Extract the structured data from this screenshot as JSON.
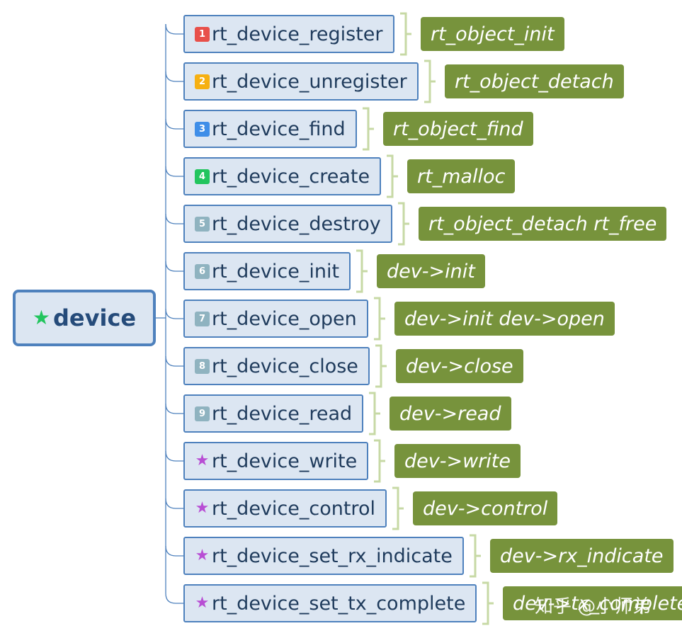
{
  "root": {
    "label": "device",
    "icon": "star-icon",
    "icon_color": "#22c55e"
  },
  "badge_colors": {
    "1": "#e8504a",
    "2": "#f6b012",
    "3": "#3f8ee8",
    "4": "#22c55e",
    "default": "#8fb3c0"
  },
  "priority_star_color": "#b84ed4",
  "items": [
    {
      "marker": "1",
      "label": "rt_device_register",
      "note": "rt_object_init"
    },
    {
      "marker": "2",
      "label": "rt_device_unregister",
      "note": "rt_object_detach"
    },
    {
      "marker": "3",
      "label": "rt_device_find",
      "note": "rt_object_find"
    },
    {
      "marker": "4",
      "label": "rt_device_create",
      "note": "rt_malloc"
    },
    {
      "marker": "5",
      "label": "rt_device_destroy",
      "note": "rt_object_detach rt_free"
    },
    {
      "marker": "6",
      "label": "rt_device_init",
      "note": "dev->init"
    },
    {
      "marker": "7",
      "label": "rt_device_open",
      "note": "dev->init dev->open"
    },
    {
      "marker": "8",
      "label": "rt_device_close",
      "note": "dev->close"
    },
    {
      "marker": "9",
      "label": "rt_device_read",
      "note": "dev->read"
    },
    {
      "marker": "star",
      "label": "rt_device_write",
      "note": "dev->write"
    },
    {
      "marker": "star",
      "label": "rt_device_control",
      "note": "dev->control"
    },
    {
      "marker": "star",
      "label": "rt_device_set_rx_indicate",
      "note": "dev->rx_indicate"
    },
    {
      "marker": "star",
      "label": "rt_device_set_tx_complete",
      "note": "dev->tx_complete"
    }
  ],
  "watermark": "知乎 @小师弟"
}
